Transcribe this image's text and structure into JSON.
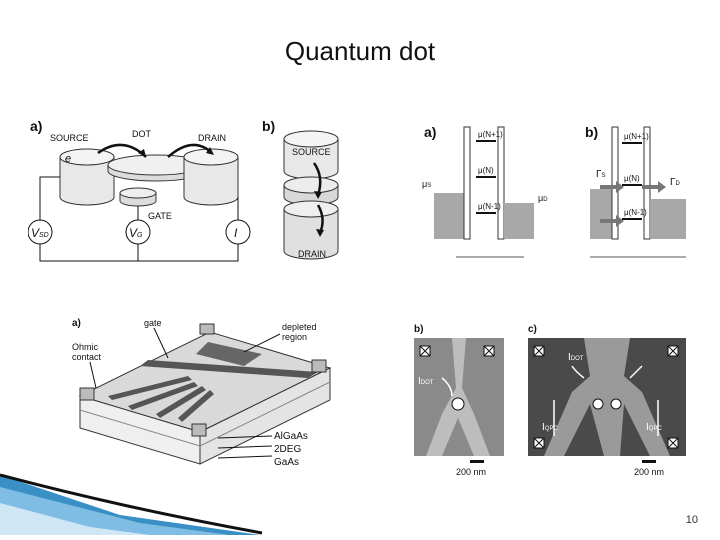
{
  "slide": {
    "title": "Quantum dot",
    "page_number": "10"
  },
  "panel1": {
    "label_a": "a)",
    "label_b": "b)",
    "source": "SOURCE",
    "dot": "DOT",
    "drain": "DRAIN",
    "electron": "e",
    "gate": "GATE",
    "vsd": "V",
    "vsd_sub": "SD",
    "vg": "V",
    "vg_sub": "G",
    "current": "I",
    "b_source": "SOURCE",
    "b_drain": "DRAIN"
  },
  "panel2": {
    "label_a": "a)",
    "label_b": "b)",
    "mu_n1": "μ(N+1)",
    "mu_n": "μ(N)",
    "mu_nm1": "μ(N-1)",
    "mu_s": "μ",
    "mu_s_sub": "S",
    "mu_d": "μ",
    "mu_d_sub": "D",
    "b_mu_n1": "μ(N+1)",
    "b_mu_n": "μ(N)",
    "b_mu_nm1": "μ(N-1)",
    "gamma_s": "Γ",
    "gamma_s_sub": "S",
    "gamma_d": "Γ",
    "gamma_d_sub": "D"
  },
  "panel3": {
    "label_a": "a)",
    "gate": "gate",
    "depleted": "depleted",
    "region": "region",
    "ohmic": "Ohmic",
    "contact": "contact",
    "algaas": "AlGaAs",
    "twodeg": "2DEG",
    "gaas": "GaAs"
  },
  "panel4": {
    "label_b": "b)",
    "idot": "I",
    "idot_sub": "DOT",
    "scale": "200 nm"
  },
  "panel5": {
    "label_c": "c)",
    "idot": "I",
    "idot_sub": "DOT",
    "iqpc_left": "I",
    "iqpc_left_sub": "QPC",
    "iqpc_right": "I",
    "iqpc_right_sub": "QPC",
    "scale": "200 nm"
  },
  "colors": {
    "background": "#ffffff",
    "accent_blue": "#3a8fc4",
    "dark_gray": "#555555",
    "light_gray": "#c8c8c8"
  }
}
